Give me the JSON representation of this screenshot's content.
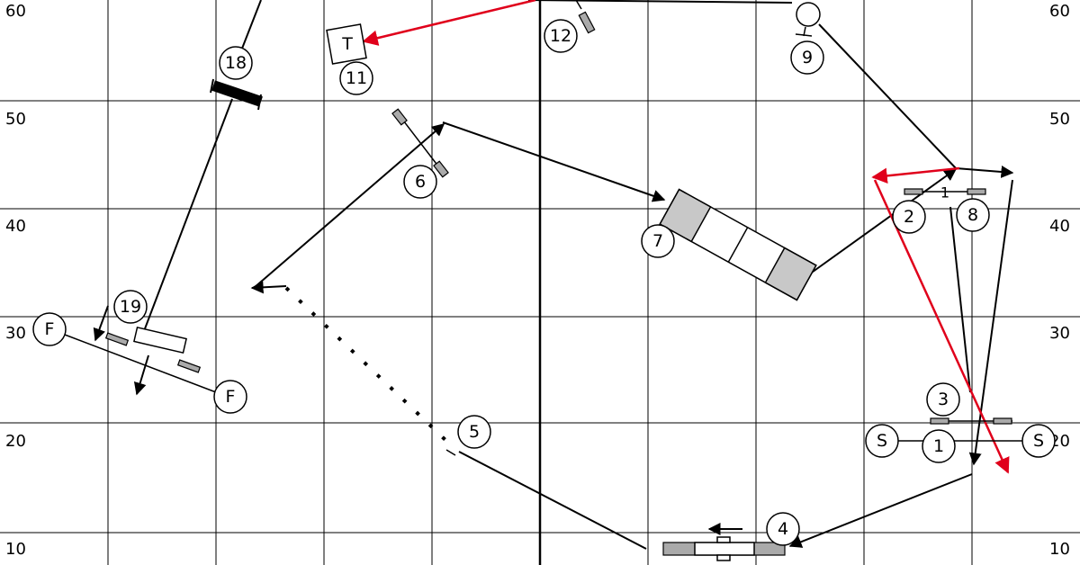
{
  "course": {
    "left_axis_labels": [
      "60",
      "50",
      "40",
      "30",
      "20",
      "10"
    ],
    "right_axis_labels": [
      "60",
      "50",
      "40",
      "30",
      "20",
      "10"
    ],
    "obstacle_numbers": {
      "n1": "1",
      "n2": "2",
      "n3": "3",
      "n4": "4",
      "n5": "5",
      "n6": "6",
      "n7": "7",
      "n8": "8",
      "n9": "9",
      "n11": "11",
      "n12": "12",
      "n18": "18",
      "n19": "19"
    },
    "bar_number_label": "1",
    "table_label": "T",
    "start_label": "S",
    "finish_label": "F",
    "colors": {
      "handler_path": "#000000",
      "red_path": "#e0001b",
      "weave_fill": "#aaaaaa",
      "grid": "#000000"
    }
  }
}
